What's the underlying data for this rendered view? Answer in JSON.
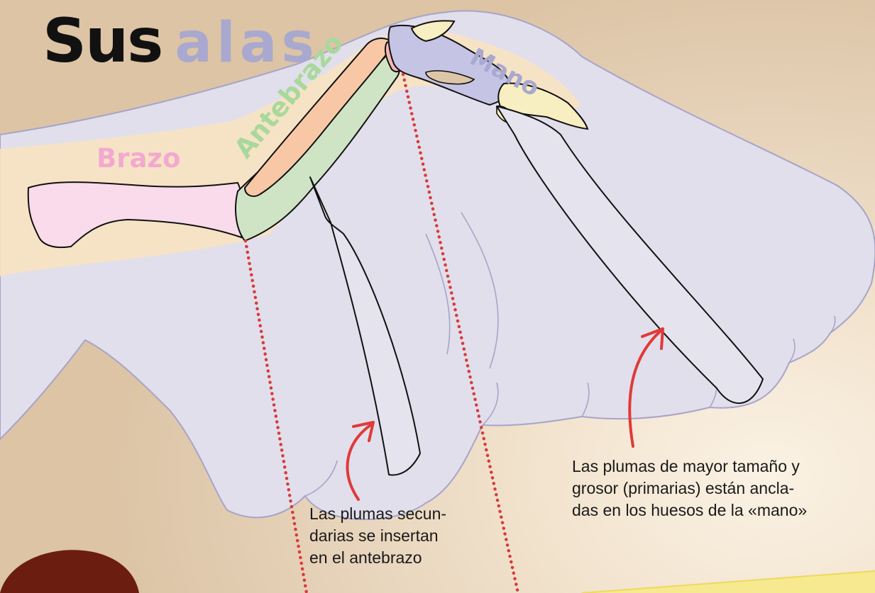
{
  "title": {
    "word1": "Sus",
    "word2": "alas"
  },
  "bone_labels": {
    "arm": "Brazo",
    "forearm": "Antebrazo",
    "hand": "Mano"
  },
  "captions": {
    "primarias": [
      "Las plumas de mayor tamaño y",
      "grosor (primarias) están ancla-",
      "das en los huesos de la «mano»"
    ],
    "secundarias": [
      "Las plumas secun-",
      "darias se insertan",
      "en el antebrazo"
    ]
  },
  "colors": {
    "title_alas": "#a9a8cf",
    "arm": "#f3a9cf",
    "forearm_label": "#a9d89b",
    "hand": "#a9a8cf",
    "wing": "#e1dfeb",
    "arrow": "#e03a3a",
    "dotted_line": "#d83a3a"
  }
}
